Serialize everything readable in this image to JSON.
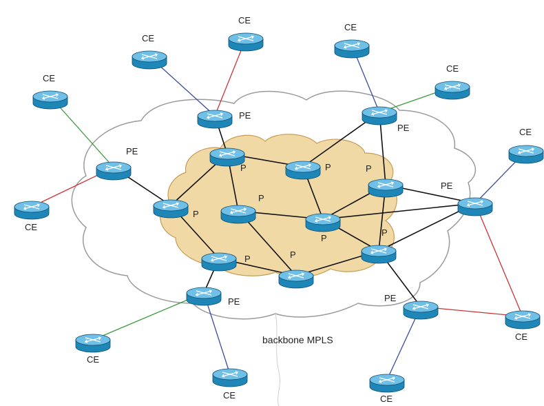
{
  "caption": "backbone MPLS",
  "colors": {
    "background": "#ffffff",
    "outer_cloud_stroke": "#9a9a9a",
    "core_cloud_fill": "#f1d9a6",
    "core_cloud_stroke": "#c89a55",
    "router_body": "#1f86b8",
    "router_top": "#6fbfe6",
    "link_core": "#111111",
    "link_blue": "#3a4aa0",
    "link_red": "#cc3333",
    "link_green": "#3a9a3a"
  },
  "nodes": [
    {
      "id": "ce1",
      "label": "CE"
    },
    {
      "id": "ce2",
      "label": "CE"
    },
    {
      "id": "ce3",
      "label": "CE"
    },
    {
      "id": "ce4",
      "label": "CE"
    },
    {
      "id": "ce5",
      "label": "CE"
    },
    {
      "id": "ce6",
      "label": "CE"
    },
    {
      "id": "ce7",
      "label": "CE"
    },
    {
      "id": "ce8",
      "label": "CE"
    },
    {
      "id": "ce9",
      "label": "CE"
    },
    {
      "id": "ce10",
      "label": "CE"
    },
    {
      "id": "ce11",
      "label": "CE"
    },
    {
      "id": "pe1",
      "label": "PE"
    },
    {
      "id": "pe2",
      "label": "PE"
    },
    {
      "id": "pe3",
      "label": "PE"
    },
    {
      "id": "pe4",
      "label": "PE"
    },
    {
      "id": "pe5",
      "label": "PE"
    },
    {
      "id": "pe6",
      "label": "PE"
    },
    {
      "id": "p1",
      "label": "P"
    },
    {
      "id": "p2",
      "label": "P"
    },
    {
      "id": "p3",
      "label": "P"
    },
    {
      "id": "p4",
      "label": "P"
    },
    {
      "id": "p5",
      "label": "P"
    },
    {
      "id": "p6",
      "label": "P"
    },
    {
      "id": "p7",
      "label": "P"
    },
    {
      "id": "p8",
      "label": "P"
    },
    {
      "id": "p9",
      "label": "P"
    }
  ],
  "links": [
    {
      "from": "pe1",
      "to": "ce1",
      "color": "green"
    },
    {
      "from": "pe1",
      "to": "ce2",
      "color": "red"
    },
    {
      "from": "pe2",
      "to": "ce3",
      "color": "blue"
    },
    {
      "from": "pe2",
      "to": "ce4",
      "color": "red"
    },
    {
      "from": "pe3",
      "to": "ce5",
      "color": "blue"
    },
    {
      "from": "pe3",
      "to": "ce6",
      "color": "green"
    },
    {
      "from": "pe4",
      "to": "ce7",
      "color": "blue"
    },
    {
      "from": "pe4",
      "to": "ce9",
      "color": "red"
    },
    {
      "from": "pe5",
      "to": "ce9",
      "color": "red"
    },
    {
      "from": "pe5",
      "to": "ce11",
      "color": "blue"
    },
    {
      "from": "pe6",
      "to": "ce8",
      "color": "green"
    },
    {
      "from": "pe6",
      "to": "ce10",
      "color": "blue"
    },
    {
      "from": "pe1",
      "to": "p1",
      "color": "core"
    },
    {
      "from": "pe2",
      "to": "p2",
      "color": "core"
    },
    {
      "from": "pe3",
      "to": "p5",
      "color": "core"
    },
    {
      "from": "pe3",
      "to": "p4",
      "color": "core"
    },
    {
      "from": "pe4",
      "to": "p5",
      "color": "core"
    },
    {
      "from": "pe4",
      "to": "p8",
      "color": "core"
    },
    {
      "from": "pe4",
      "to": "p7",
      "color": "core"
    },
    {
      "from": "pe5",
      "to": "p8",
      "color": "core"
    },
    {
      "from": "pe6",
      "to": "p6",
      "color": "core"
    },
    {
      "from": "p1",
      "to": "p2",
      "color": "core"
    },
    {
      "from": "p1",
      "to": "p6",
      "color": "core"
    },
    {
      "from": "p2",
      "to": "p4",
      "color": "core"
    },
    {
      "from": "p2",
      "to": "p3",
      "color": "core"
    },
    {
      "from": "p3",
      "to": "p7",
      "color": "core"
    },
    {
      "from": "p3",
      "to": "p9",
      "color": "core"
    },
    {
      "from": "p4",
      "to": "p7",
      "color": "core"
    },
    {
      "from": "p5",
      "to": "p7",
      "color": "core"
    },
    {
      "from": "p5",
      "to": "p8",
      "color": "core"
    },
    {
      "from": "p7",
      "to": "p8",
      "color": "core"
    },
    {
      "from": "p6",
      "to": "p9",
      "color": "core"
    },
    {
      "from": "p9",
      "to": "p8",
      "color": "core"
    }
  ]
}
